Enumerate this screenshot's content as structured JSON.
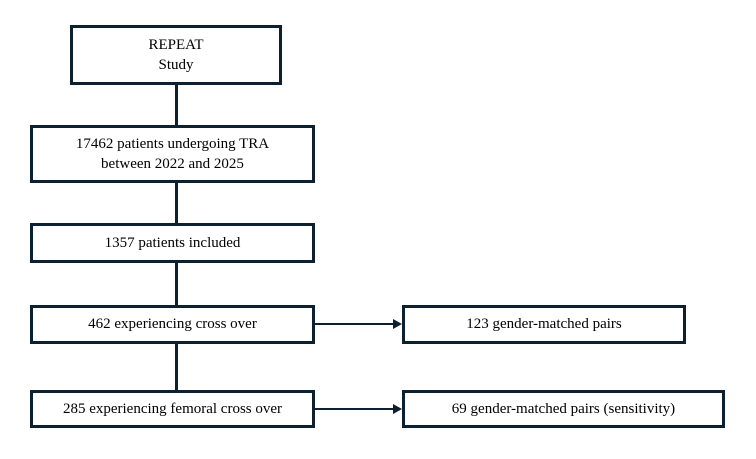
{
  "diagram": {
    "type": "flowchart",
    "title": "REPEAT Study patient flow diagram",
    "colors": {
      "border": "#0d2030",
      "background": "#ffffff",
      "text": "#000000"
    },
    "nodes": {
      "repeat_study": {
        "line1": "REPEAT",
        "line2": "Study"
      },
      "undergoing": {
        "line1": "17462 patients undergoing TRA",
        "line2": "between 2022 and 2025"
      },
      "included": {
        "line1": "1357 patients included"
      },
      "crossover": {
        "line1": "462 experiencing cross over"
      },
      "femoral_crossover": {
        "line1": "285 experiencing femoral cross over"
      },
      "gender_matched_pairs": {
        "line1": "123 gender-matched pairs"
      },
      "gender_matched_pairs_sensitivity": {
        "line1": "69 gender-matched pairs (sensitivity)"
      }
    }
  }
}
